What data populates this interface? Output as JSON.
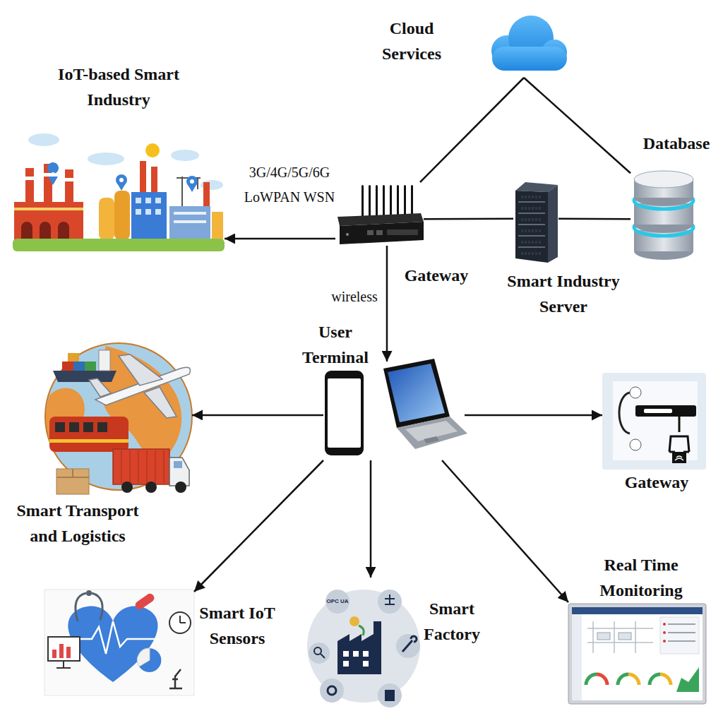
{
  "diagram": {
    "nodes": [
      {
        "text": [
          "Cloud Services"
        ]
      },
      {
        "text": [
          "IoT-based Smart Industry"
        ]
      },
      {
        "text": [
          "Database"
        ]
      },
      {
        "text": [
          "Gateway"
        ]
      },
      {
        "text": [
          "Smart Industry Server"
        ]
      },
      {
        "text": [
          "User Terminal"
        ]
      },
      {
        "text": [
          "Smart Transport and Logistics"
        ]
      },
      {
        "text": [
          "Gateway"
        ]
      },
      {
        "text": [
          "Smart IoT Sensors"
        ]
      },
      {
        "text": [
          "Smart Factory"
        ]
      },
      {
        "text": [
          "Real Time Monitoring"
        ]
      }
    ],
    "edges": [
      {
        "from": 0,
        "to": 3,
        "arrow": "none"
      },
      {
        "from": 0,
        "to": 2,
        "arrow": "none"
      },
      {
        "from": 3,
        "to": 4,
        "arrow": "none"
      },
      {
        "from": 4,
        "to": 2,
        "arrow": "none"
      },
      {
        "from": 3,
        "to": 1,
        "arrow": "to",
        "label": "3G/4G/5G/6G LoWPAN WSN"
      },
      {
        "from": 3,
        "to": 5,
        "arrow": "to",
        "label": "wireless"
      },
      {
        "from": 5,
        "to": 6,
        "arrow": "to"
      },
      {
        "from": 5,
        "to": 7,
        "arrow": "to"
      },
      {
        "from": 5,
        "to": 8,
        "arrow": "to"
      },
      {
        "from": 5,
        "to": 9,
        "arrow": "to"
      },
      {
        "from": 5,
        "to": 10,
        "arrow": "to"
      }
    ],
    "labels": [
      "OPC UA"
    ]
  }
}
